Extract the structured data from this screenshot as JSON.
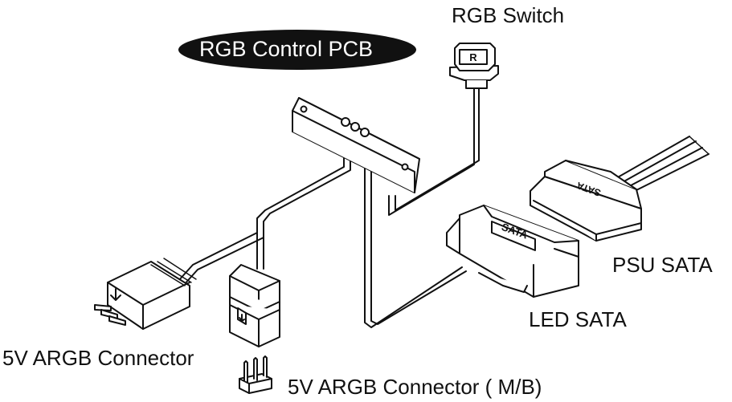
{
  "labels": {
    "rgb_switch": "RGB Switch",
    "rgb_control_pcb": "RGB Control PCB",
    "psu_sata": "PSU SATA",
    "led_sata": "LED SATA",
    "argb_connector": "5V ARGB Connector",
    "argb_connector_mb": "5V ARGB Connector ( M/B)"
  },
  "markings": {
    "switch_key": "R",
    "led_sata_text": "SATA",
    "psu_sata_text": "SATA"
  },
  "colors": {
    "line": "#111111",
    "fill": "#ffffff",
    "pill": "#111111"
  }
}
